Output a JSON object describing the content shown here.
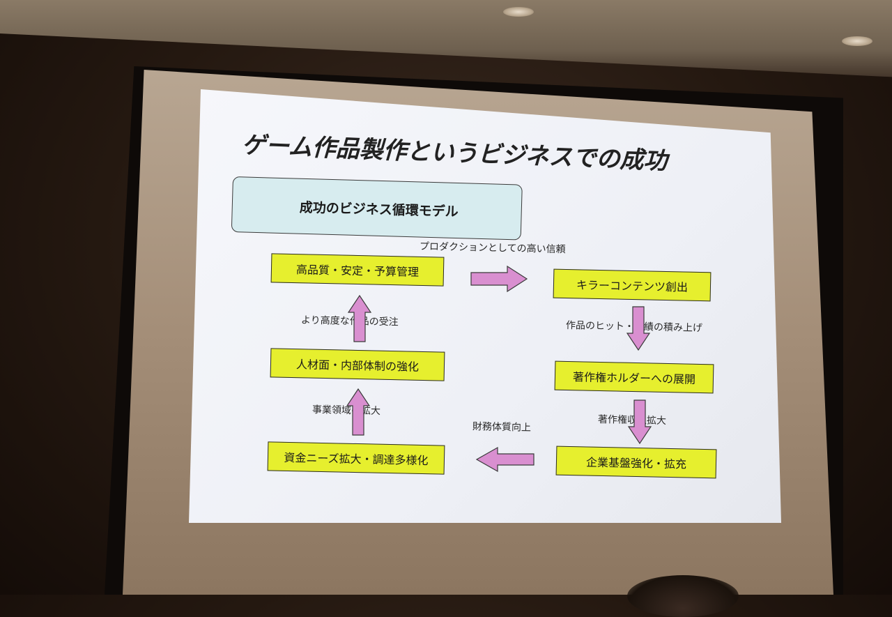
{
  "slide": {
    "title": "ゲーム作品製作というビジネスでの成功",
    "model_label": "成功のビジネス循環モデル",
    "boxes": {
      "quality": "高品質・安定・予算管理",
      "killer": "キラーコンテンツ創出",
      "copyright_holder": "著作権ホルダーへの展開",
      "corporate": "企業基盤強化・拡充",
      "funding": "資金ニーズ拡大・調達多様化",
      "personnel": "人材面・内部体制の強化"
    },
    "captions": {
      "trust": "プロダクションとしての高い信頼",
      "hits": "作品のヒット・実績の積み上げ",
      "royalty": "著作権収入拡大",
      "financial": "財務体質向上",
      "domain": "事業領域の拡大",
      "orders": "より高度な作品の受注"
    }
  },
  "colors": {
    "box_fill": "#e6ef2e",
    "arrow_fill": "#d98fd0",
    "model_box_fill": "#d7ecef"
  }
}
